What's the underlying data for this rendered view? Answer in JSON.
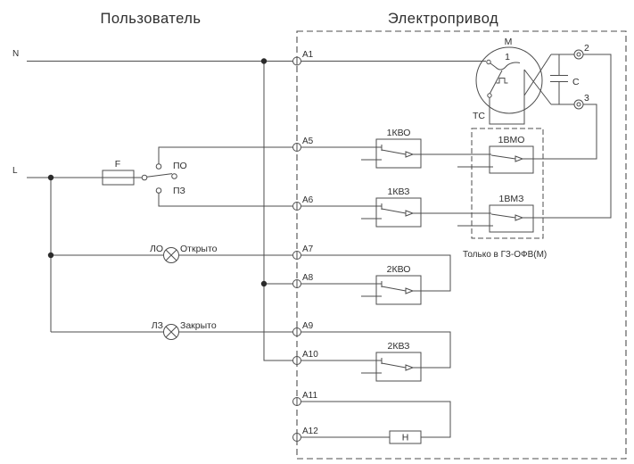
{
  "titles": {
    "user": "Пользователь",
    "drive": "Электропривод"
  },
  "nets": {
    "neutral": "N",
    "line": "L"
  },
  "user_side": {
    "fuse": "F",
    "switch_open": "ПО",
    "switch_closed": "ПЗ",
    "lamp_open": {
      "ref": "ЛО",
      "caption": "Открыто"
    },
    "lamp_closed": {
      "ref": "ЛЗ",
      "caption": "Закрыто"
    }
  },
  "drive_side": {
    "motor": {
      "ref": "М",
      "contact": "1",
      "thermal": "ТС",
      "capacitor": "С",
      "terminal_2": "2",
      "terminal_3": "3"
    },
    "switches": {
      "kvo1": "1КВО",
      "kvz1": "1КВЗ",
      "kvo2": "2КВО",
      "kvz2": "2КВЗ",
      "vmo1": "1ВМО",
      "vmz1": "1ВМЗ"
    },
    "heater": "Н",
    "note": "Только в ГЗ-ОФВ(М)"
  },
  "terminals": [
    {
      "label": "A1"
    },
    {
      "label": "A5"
    },
    {
      "label": "A6"
    },
    {
      "label": "A7"
    },
    {
      "label": "A8"
    },
    {
      "label": "A9"
    },
    {
      "label": "A10"
    },
    {
      "label": "A11"
    },
    {
      "label": "A12"
    }
  ],
  "colors": {
    "wire": "#4d4d4d",
    "text": "#2e2e2e",
    "background": "#ffffff"
  }
}
